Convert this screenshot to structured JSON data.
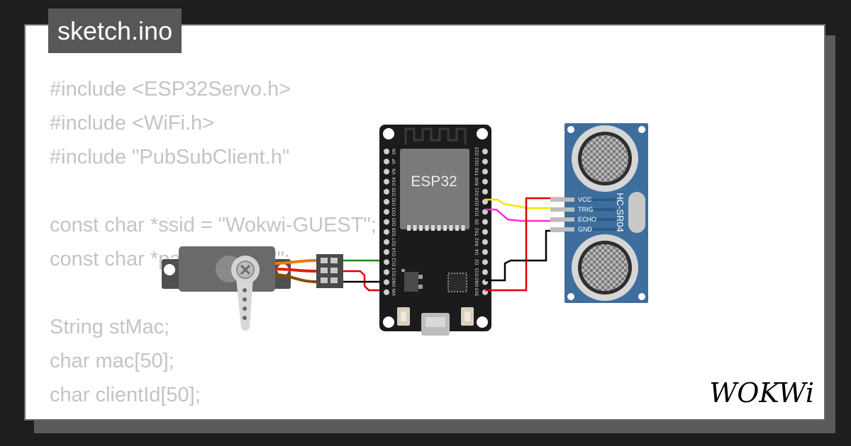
{
  "title": "sketch.ino",
  "code_lines": [
    "#include <ESP32Servo.h>",
    "#include <WiFi.h>",
    "#include \"PubSubClient.h\"",
    "",
    "const char *ssid = \"Wokwi-GUEST\";",
    "const char *password = \"\";",
    "",
    "String stMac;",
    "char mac[50];",
    "char clientId[50];"
  ],
  "esp32": {
    "label": "ESP32",
    "left_pins": [
      "EN",
      "VP",
      "VN",
      "D34",
      "D35",
      "D32",
      "D33",
      "D25",
      "D26",
      "D27",
      "D14",
      "D12",
      "D13",
      "GND",
      "VIN"
    ],
    "right_pins": [
      "D23",
      "D22",
      "TX0",
      "RX0",
      "D21",
      "D19",
      "D18",
      "D5",
      "TX2",
      "RX2",
      "D4",
      "D2",
      "D15",
      "GND",
      "3V3"
    ]
  },
  "sensor": {
    "label": "HC-SR04",
    "pins": [
      "VCC",
      "TRIG",
      "ECHO",
      "GND"
    ]
  },
  "brand": "WOKWi",
  "colors": {
    "background": "#1e1e1e",
    "card": "#ffffff",
    "code_text": "#c4c4c4",
    "tab_bg": "#575757",
    "board": "#1b1b1b",
    "sensor_blue": "#3e6e9e",
    "wire_red": "#e00000",
    "wire_black": "#000000",
    "wire_yellow": "#f2e600",
    "wire_magenta": "#ff2bd5",
    "wire_green": "#1a8a1a",
    "servo_orange": "#f07800"
  }
}
